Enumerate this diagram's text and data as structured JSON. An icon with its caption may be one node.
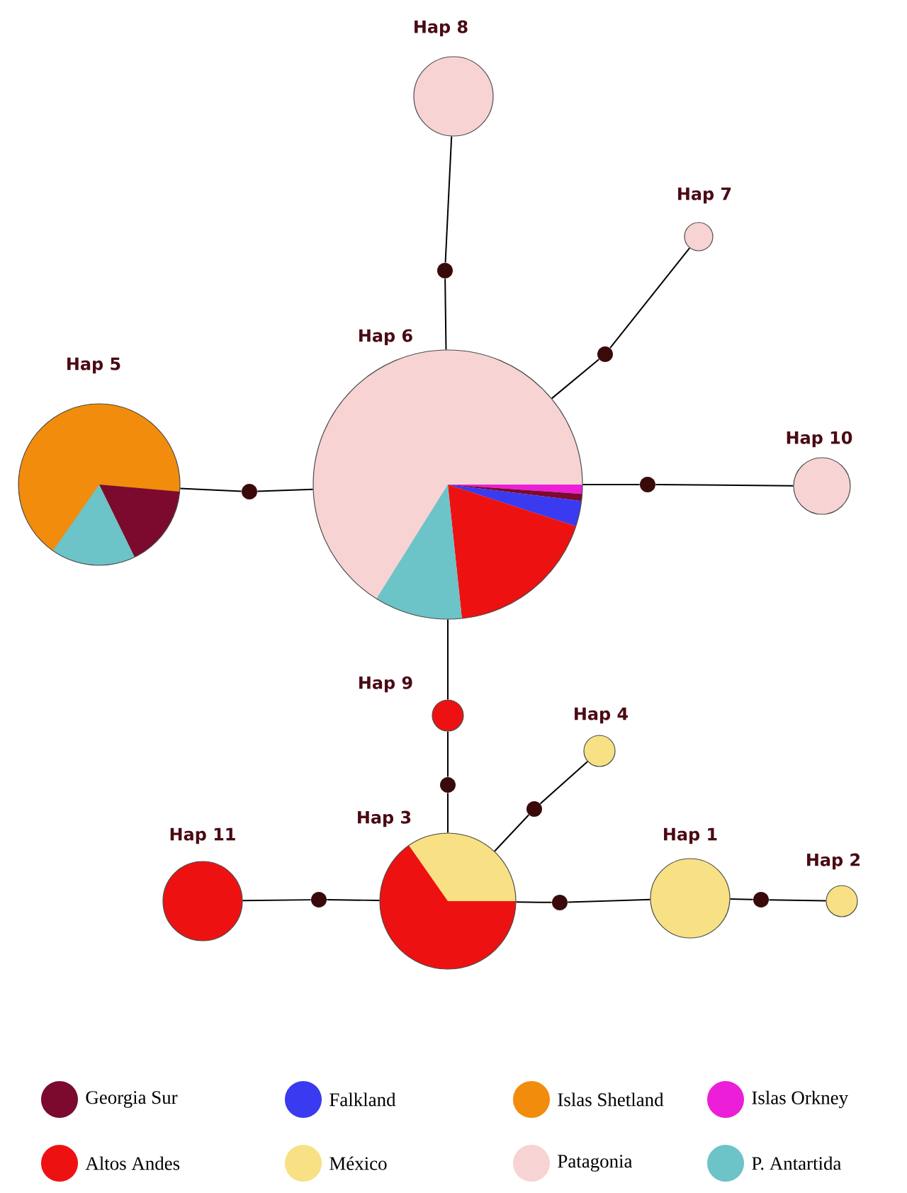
{
  "diagram": {
    "nodes": [
      {
        "text": [
          "Hap 8"
        ]
      },
      {
        "text": [
          "Hap 7"
        ]
      },
      {
        "text": [
          "Hap 6"
        ]
      },
      {
        "text": [
          "Hap 5"
        ]
      },
      {
        "text": [
          "Hap 10"
        ]
      },
      {
        "text": [
          "Hap 9"
        ]
      },
      {
        "text": [
          "Hap 4"
        ]
      },
      {
        "text": [
          "Hap 11"
        ]
      },
      {
        "text": [
          "Hap 3"
        ]
      },
      {
        "text": [
          "Hap 1"
        ]
      },
      {
        "text": [
          "Hap 2"
        ]
      },
      {
        "text": [],
        "shape": "circle"
      },
      {
        "text": [],
        "shape": "circle"
      },
      {
        "text": [],
        "shape": "circle"
      },
      {
        "text": [],
        "shape": "circle"
      },
      {
        "text": [],
        "shape": "circle"
      },
      {
        "text": [],
        "shape": "circle"
      },
      {
        "text": [],
        "shape": "circle"
      },
      {
        "text": [],
        "shape": "circle"
      },
      {
        "text": [],
        "shape": "circle"
      }
    ],
    "edges": [
      {
        "from": 0,
        "to": 11,
        "arrow": "none"
      },
      {
        "from": 11,
        "to": 2,
        "arrow": "none"
      },
      {
        "from": 1,
        "to": 12,
        "arrow": "none"
      },
      {
        "from": 12,
        "to": 2,
        "arrow": "none"
      },
      {
        "from": 3,
        "to": 13,
        "arrow": "none"
      },
      {
        "from": 13,
        "to": 2,
        "arrow": "none"
      },
      {
        "from": 2,
        "to": 14,
        "arrow": "none"
      },
      {
        "from": 14,
        "to": 4,
        "arrow": "none"
      },
      {
        "from": 2,
        "to": 5,
        "arrow": "none"
      },
      {
        "from": 5,
        "to": 15,
        "arrow": "none"
      },
      {
        "from": 15,
        "to": 8,
        "arrow": "none"
      },
      {
        "from": 8,
        "to": 16,
        "arrow": "none"
      },
      {
        "from": 16,
        "to": 6,
        "arrow": "none"
      },
      {
        "from": 7,
        "to": 17,
        "arrow": "none"
      },
      {
        "from": 17,
        "to": 8,
        "arrow": "none"
      },
      {
        "from": 8,
        "to": 18,
        "arrow": "none"
      },
      {
        "from": 18,
        "to": 9,
        "arrow": "none"
      },
      {
        "from": 9,
        "to": 19,
        "arrow": "none"
      },
      {
        "from": 19,
        "to": 10,
        "arrow": "none"
      }
    ],
    "legend": [
      {
        "text": "Georgia Sur",
        "color": "#7b0a2e"
      },
      {
        "text": "Falkland",
        "color": "#3a3af0"
      },
      {
        "text": "Islas Shetland",
        "color": "#f28c0c"
      },
      {
        "text": "Islas Orkney",
        "color": "#ec1ed8"
      },
      {
        "text": "Altos Andes",
        "color": "#ee1111"
      },
      {
        "text": "México",
        "color": "#f7e184"
      },
      {
        "text": "Patagonia",
        "color": "#f8d3d3"
      },
      {
        "text": "P. Antartida",
        "color": "#6cc3c8"
      }
    ]
  }
}
